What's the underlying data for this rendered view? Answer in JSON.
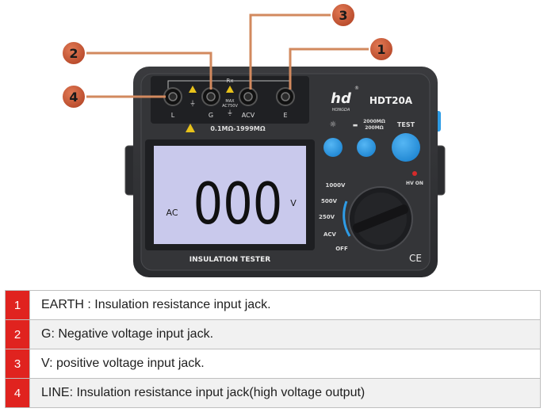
{
  "callouts": [
    {
      "num": "1"
    },
    {
      "num": "2"
    },
    {
      "num": "3"
    },
    {
      "num": "4"
    }
  ],
  "device": {
    "brand_logo": "hd",
    "brand_sub": "HONGDA",
    "model": "HDT20A",
    "jacks": {
      "rx_label": "Rx",
      "l_label": "L",
      "g_label": "G",
      "acv_label": "ACV",
      "e_label": "E",
      "max_label_1": "MAX",
      "max_label_2": "AC750V",
      "range_label": "0.1MΩ-1999MΩ"
    },
    "buttons": {
      "range_high": "2000MΩ",
      "range_low": "200MΩ",
      "test_label": "TEST",
      "hv_label": "HV ON"
    },
    "lcd": {
      "mode": "AC",
      "reading": "000",
      "unit": "V"
    },
    "dial": [
      "1000V",
      "500V",
      "250V",
      "ACV",
      "OFF"
    ],
    "panel_label": "INSULATION TESTER",
    "ce_mark": "CE"
  },
  "legend": [
    {
      "num": "1",
      "text": "EARTH : Insulation resistance input jack."
    },
    {
      "num": "2",
      "text": "G: Negative voltage input jack."
    },
    {
      "num": "3",
      "text": "V: positive voltage input jack."
    },
    {
      "num": "4",
      "text": "LINE: Insulation resistance input jack(high voltage output)"
    }
  ],
  "colors": {
    "callout_badge": "#cf5a3a",
    "lead_line": "#d2895e",
    "legend_badge": "#e0231f",
    "lcd": "#c9c9ec",
    "button": "#2e9ce6"
  }
}
